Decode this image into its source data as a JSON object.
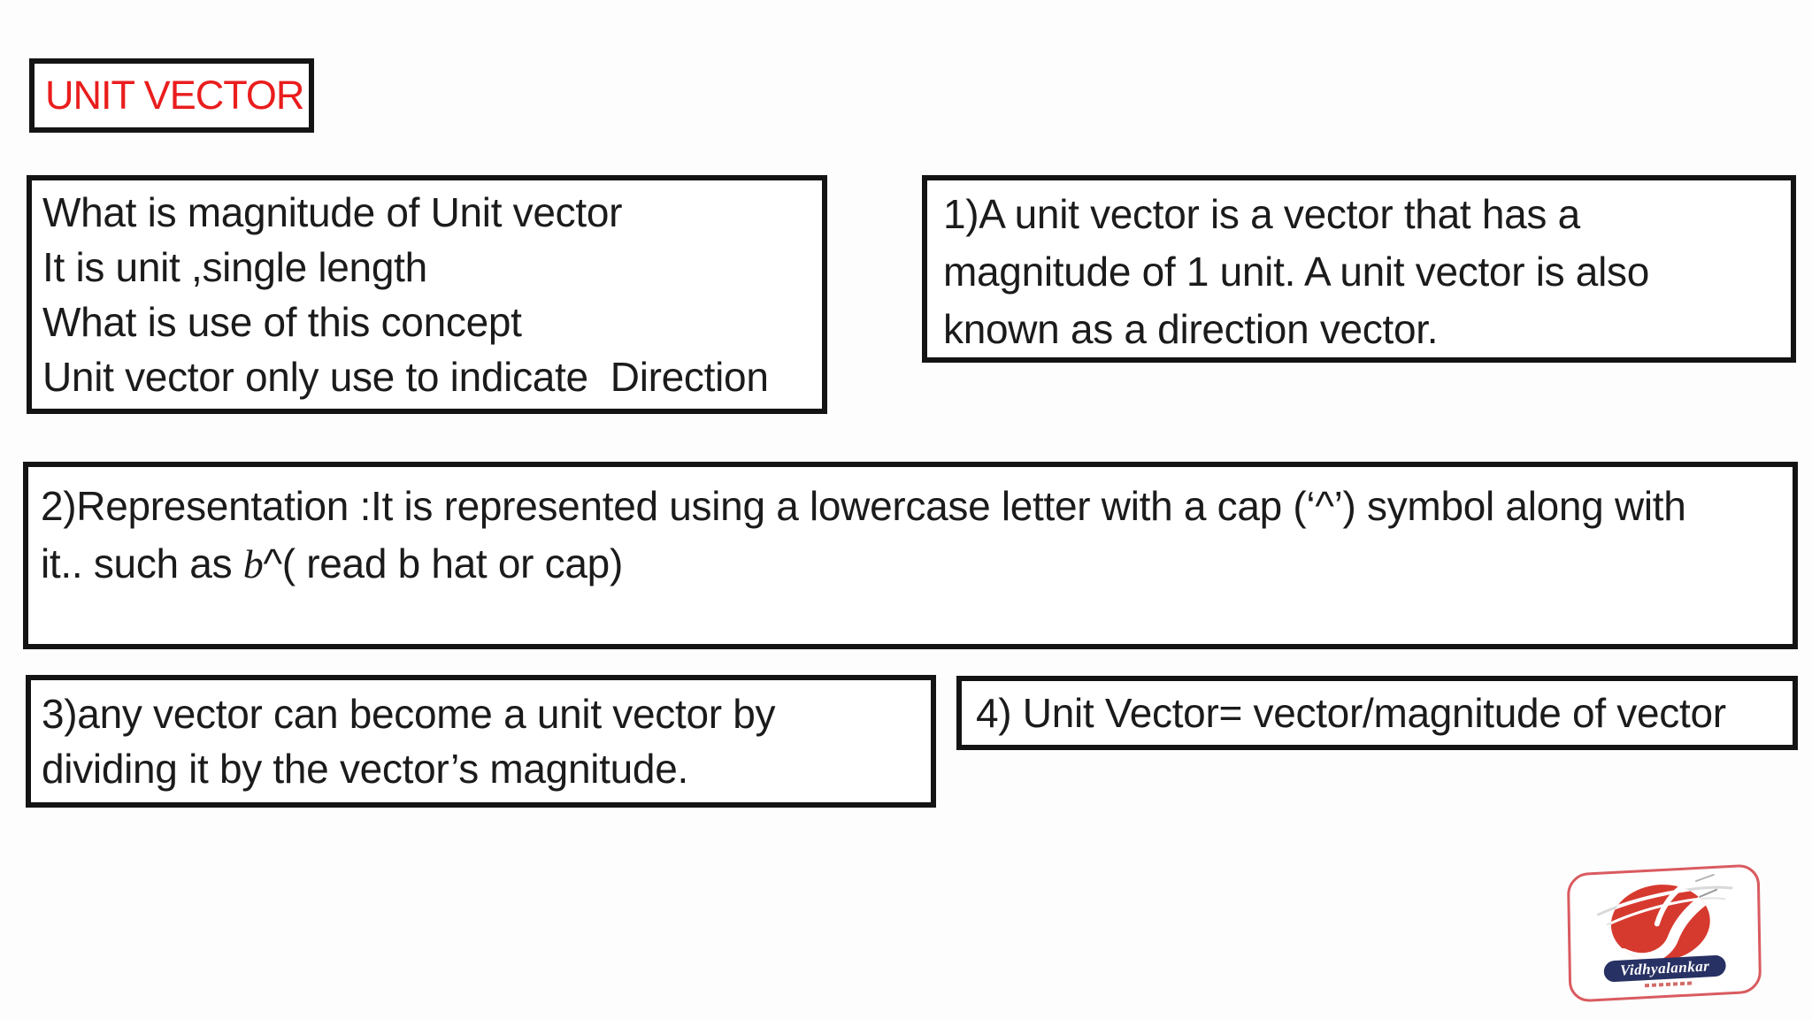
{
  "colors": {
    "title_red": "#ea1d1d",
    "border_black": "#141414",
    "text_black": "#1b1b1b",
    "page_bg": "#fdfdfd",
    "logo_circle": "#d63a2f",
    "logo_pill": "#283163",
    "logo_frame": "#d95b60",
    "logo_tagline": "#c43b35"
  },
  "title_box": {
    "label": "UNIT VECTOR"
  },
  "question_box": {
    "lines": [
      "What is magnitude of Unit vector",
      "It is unit ,single length",
      "What is use of this concept",
      "Unit vector only use to indicate  Direction"
    ]
  },
  "definition_box": {
    "lines": [
      "1)A unit vector is a vector that has a",
      "magnitude of 1 unit. A unit vector is also",
      "known as a direction vector."
    ]
  },
  "representation_box": {
    "line1": "2)Representation :It is represented using a lowercase letter with a cap (‘^’) symbol along with",
    "line2_prefix": "it.. such as ",
    "line2_italic": "b",
    "line2_suffix": "^( read b hat or cap)"
  },
  "normalize_box": {
    "lines": [
      "3)any vector can become a unit vector by",
      "dividing it by the vector’s magnitude."
    ]
  },
  "formula_box": {
    "text": "4) Unit Vector= vector/magnitude of vector"
  },
  "logo": {
    "brand": "Vidhyalankar"
  }
}
